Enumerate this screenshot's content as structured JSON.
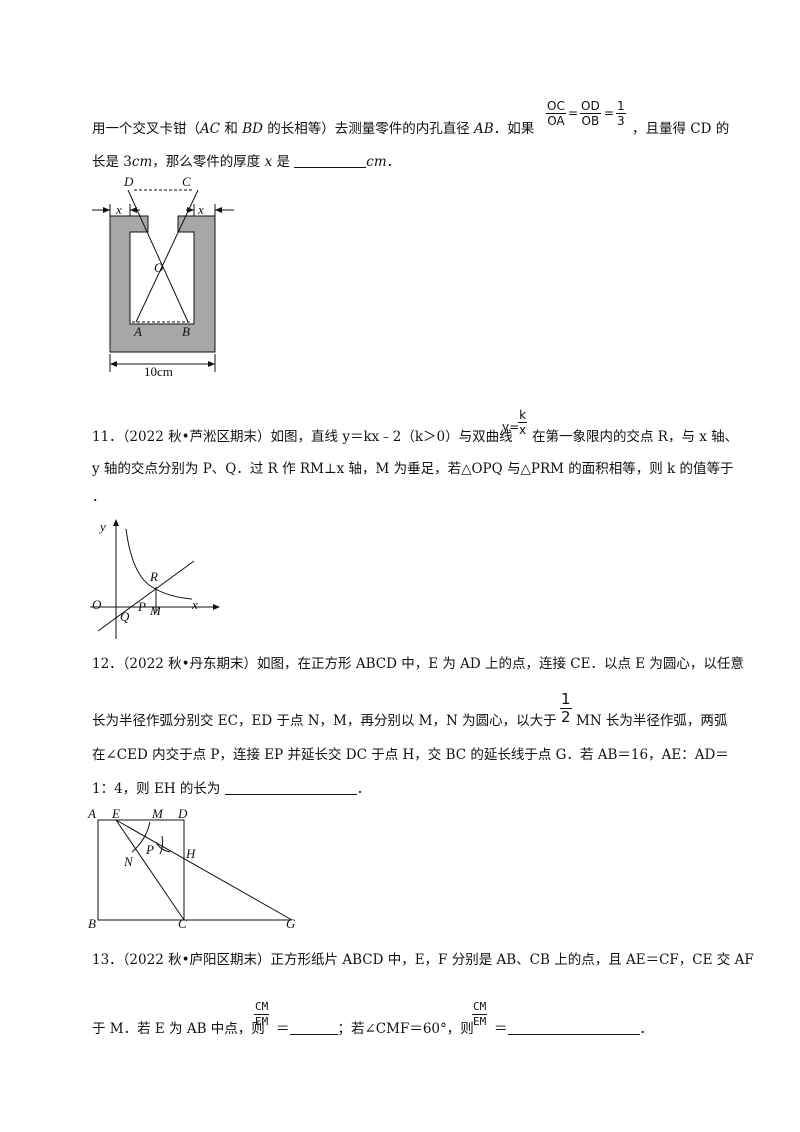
{
  "q10": {
    "fraction1": {
      "num": "OC",
      "den": "OA"
    },
    "eq1": "=",
    "fraction2": {
      "num": "OD",
      "den": "OB"
    },
    "eq2": "=",
    "fraction3": {
      "num": "1",
      "den": "3"
    },
    "line1_parts": [
      "用一个交叉卡钳（",
      "AC",
      " 和 ",
      "BD",
      " 的长相等）去测量零件的内孔直径 ",
      "AB",
      "．如果"
    ],
    "line1_after": "，且量得 CD 的",
    "line2_parts": [
      "长是 3",
      "cm",
      "，那么零件的厚度 ",
      "x",
      " 是 "
    ],
    "line2_unit": "cm",
    "line2_end": "．",
    "figure_labels": {
      "D": "D",
      "C": "C",
      "x_left": "x",
      "x_right": "x",
      "O": "O",
      "A": "A",
      "B": "B",
      "width": "10cm"
    }
  },
  "q11": {
    "line1_a": "11．（2022 秋•芦淞区期末）如图，直线 y＝kx﹣2（k＞0）与双曲线",
    "hyperbola": {
      "lhs": "y=",
      "num": "k",
      "den": "x"
    },
    "line1_b": "在第一象限内的交点 R，与 x 轴、",
    "line2": "y 轴的交点分别为 P、Q．过 R 作 RM⊥x 轴，M 为垂足，若△OPQ 与△PRM 的面积相等，则 k 的值等于",
    "line3": "．",
    "figure_labels": {
      "y": "y",
      "x": "x",
      "O": "O",
      "R": "R",
      "P": "P",
      "M": "M",
      "Q": "Q"
    }
  },
  "q12": {
    "line1": "12．（2022 秋•丹东期末）如图，在正方形 ABCD 中，E 为 AD 上的点，连接 CE．以点 E 为圆心，以任意",
    "half": {
      "num": "1",
      "den": "2"
    },
    "line2_a": "长为半径作弧分别交 EC，ED 于点 N，M，再分别以 M，N 为圆心，以大于",
    "line2_b": "MN 长为半径作弧，两弧",
    "line3": "在∠CED 内交于点 P，连接 EP 并延长交 DC 于点 H，交 BC 的延长线于点 G．若 AB＝16，AE：AD＝",
    "line4": "1：4，则 EH 的长为",
    "line4_end": "．",
    "figure_labels": {
      "A": "A",
      "E": "E",
      "M": "M",
      "D": "D",
      "N": "N",
      "P": "P",
      "H": "H",
      "B": "B",
      "C": "C",
      "G": "G"
    }
  },
  "q13": {
    "line1": "13．（2022 秋•庐阳区期末）正方形纸片 ABCD 中，E，F 分别是 AB、CB 上的点，且 AE＝CF，CE 交 AF",
    "line2_a": "于 M．若 E 为 AB 中点，则",
    "ratio1": {
      "num": "CM",
      "den": "EM"
    },
    "eq_a": "＝",
    "line2_b": "；若∠CMF＝60°，则",
    "ratio2": {
      "num": "CM",
      "den": "EM"
    },
    "eq_b": "＝",
    "line2_end": "．"
  }
}
